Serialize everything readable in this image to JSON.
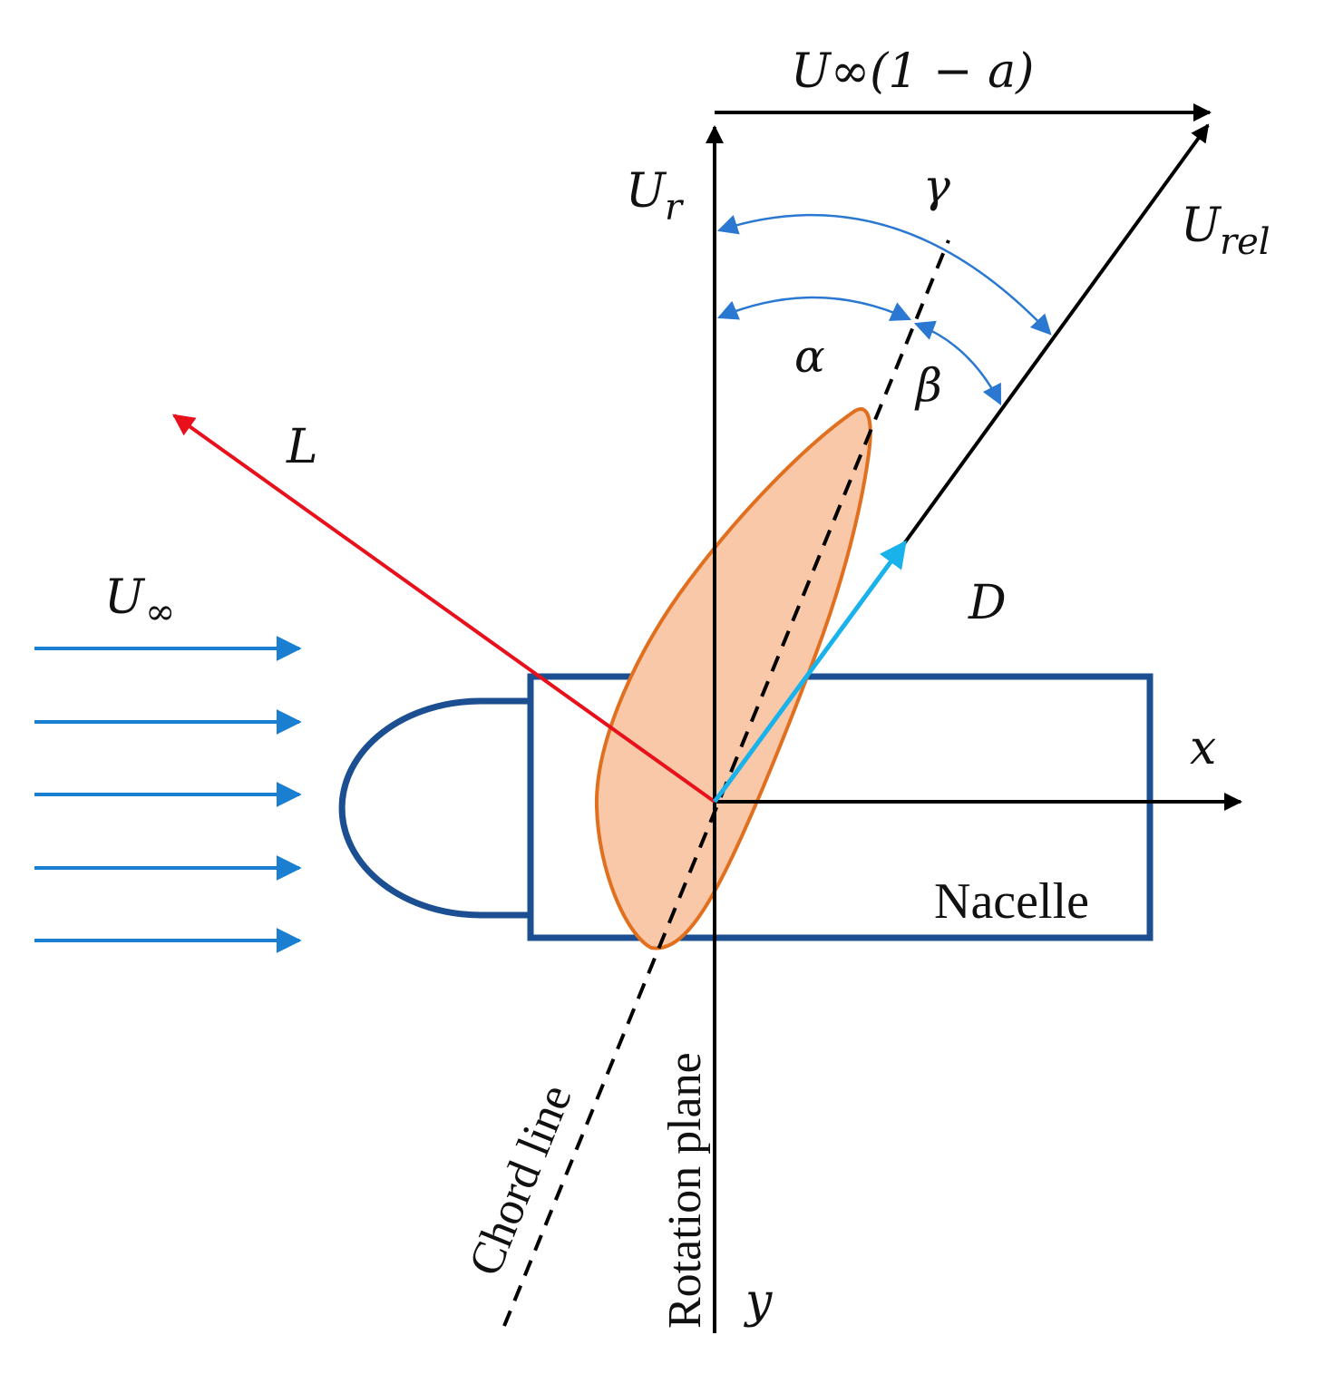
{
  "labels": {
    "u_inf_1_minus_a": "U∞(1 − a)",
    "u_r_main": "U",
    "u_r_sub": "r",
    "u_rel_main": "U",
    "u_rel_sub": "rel",
    "gamma": "γ",
    "alpha": "α",
    "beta": "β",
    "lift": "L",
    "drag": "D",
    "u_inf_main": "U",
    "u_inf_sub": "∞",
    "x_axis": "x",
    "y_axis": "y",
    "nacelle": "Nacelle",
    "chord_line": "Chord line",
    "rotation_plane": "Rotation plane"
  },
  "colors": {
    "axes": "#000000",
    "lift": "#e8101a",
    "drag": "#19b2ea",
    "wind": "#1a7fd0",
    "angle_arcs": "#2a78d2",
    "nacelle_stroke": "#1c4f92",
    "airfoil_fill": "#f9c8a8",
    "airfoil_stroke": "#e0701f"
  }
}
